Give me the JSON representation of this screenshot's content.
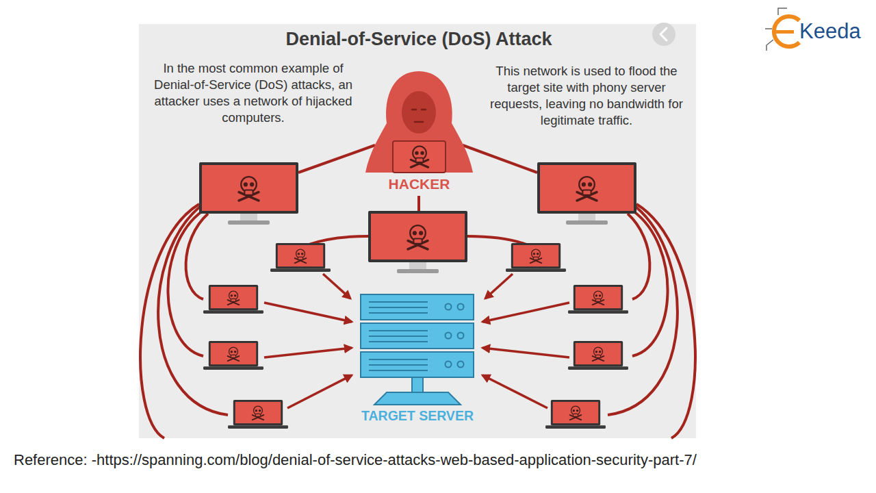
{
  "diagram": {
    "title": "Denial-of-Service (DoS) Attack",
    "caption": "Reference: -https://spanning.com/blog/denial-of-service-attacks-web-based-application-security-part-7/",
    "nodes": [
      {
        "text": [
          "HACKER"
        ]
      },
      {
        "text": [
          "TARGET SERVER"
        ]
      }
    ],
    "labels": [
      "In the most common example of Denial-of-Service (DoS) attacks, an attacker uses a network of hijacked computers.",
      "This network is used to flood the target site with phony server requests, leaving no bandwidth for legitimate traffic.",
      "Keeda"
    ]
  }
}
